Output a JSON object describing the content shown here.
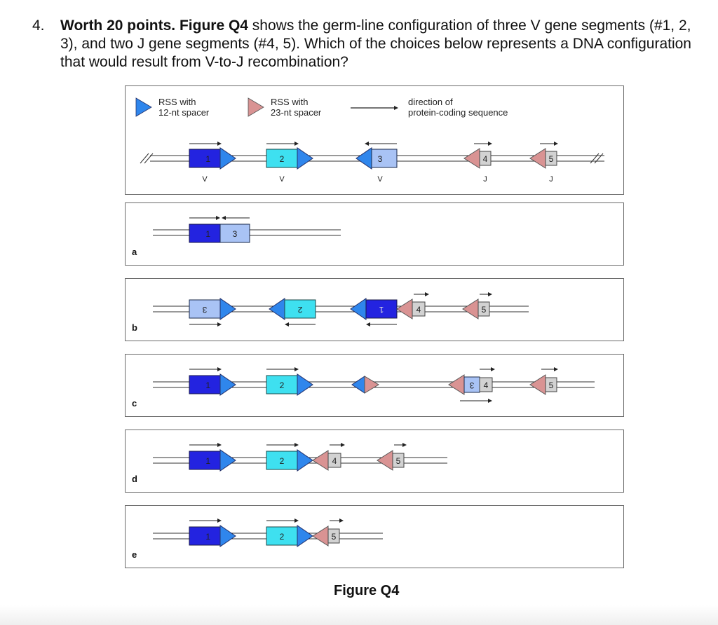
{
  "question": {
    "number": "4.",
    "bold_lead": "Worth 20 points. Figure Q4",
    "text": " shows the germ-line configuration of three V gene segments (#1, 2, 3), and two J gene segments (#4, 5). Which of the choices below represents a DNA configuration that would result from V-to-J recombination?"
  },
  "legend": {
    "rss12_line1": "RSS with",
    "rss12_line2": "12-nt spacer",
    "rss23_line1": "RSS with",
    "rss23_line2": "23-nt spacer",
    "direction_line1": "direction of",
    "direction_line2": "protein-coding sequence"
  },
  "germline": {
    "v1": "1",
    "v2": "2",
    "v3": "3",
    "j4": "4",
    "j5": "5",
    "v_label": "V",
    "j_label": "J"
  },
  "options": {
    "a": "a",
    "b": "b",
    "c": "c",
    "d": "d",
    "e": "e",
    "a_seg1": "1",
    "a_seg3": "3",
    "b_seg3": "3",
    "b_seg2": "2",
    "b_seg1": "1",
    "b_seg4": "4",
    "b_seg5": "5",
    "c_seg1": "1",
    "c_seg2": "2",
    "c_seg3": "3",
    "c_seg4": "4",
    "c_seg5": "5",
    "d_seg1": "1",
    "d_seg2": "2",
    "d_seg4": "4",
    "d_seg5": "5",
    "e_seg1": "1",
    "e_seg2": "2",
    "e_seg5": "5"
  },
  "figure_caption": "Figure Q4",
  "colors": {
    "v1": "#2323e0",
    "v2": "#3ee0f0",
    "v3": "#a9c3f5",
    "rss12": "#2f86ec",
    "rss23": "#d99393",
    "j": "#d2d2d2"
  }
}
